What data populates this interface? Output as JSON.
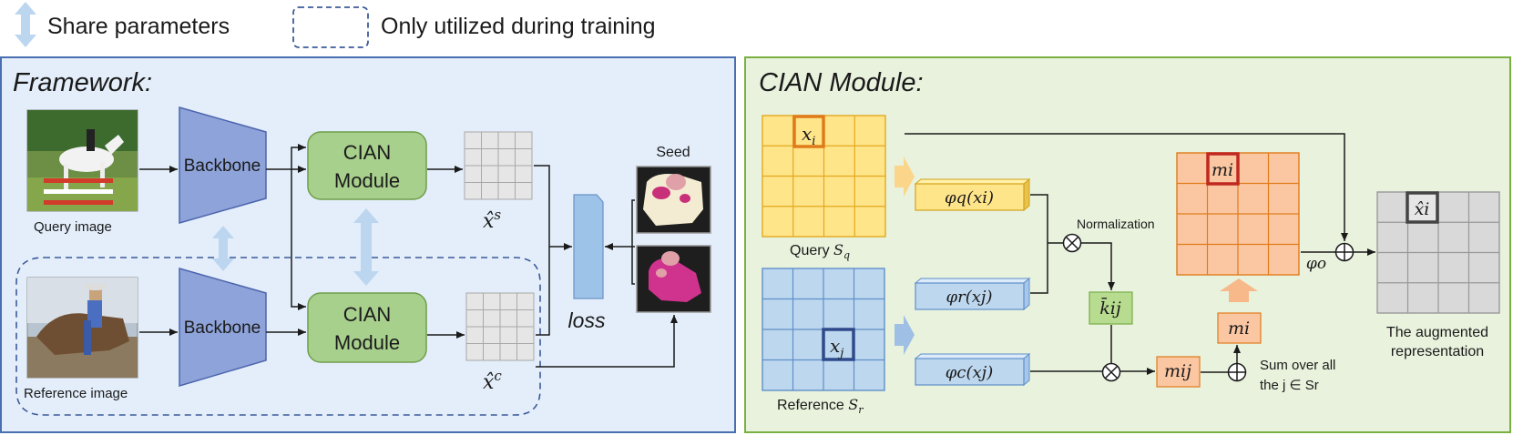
{
  "legend": {
    "share": "Share parameters",
    "training": "Only utilized during training"
  },
  "framework": {
    "title": "Framework:",
    "query_image_label": "Query image",
    "reference_image_label": "Reference image",
    "backbone_label": "Backbone",
    "cian_line1": "CIAN",
    "cian_line2": "Module",
    "xs_label": "x̂",
    "xs_sup": "s",
    "xc_label": "x̂",
    "xc_sup": "c",
    "loss_label": "loss",
    "seed_label": "Seed"
  },
  "cian": {
    "title": "CIAN Module:",
    "xi": "x",
    "xi_sub": "i",
    "xj": "x",
    "xj_sub": "j",
    "query_label": "Query ",
    "query_sym": "S",
    "query_sub": "q",
    "reference_label": "Reference ",
    "reference_sym": "S",
    "reference_sub": "r",
    "phi_q": "φq(xi)",
    "phi_r": "φr(xj)",
    "phi_c": "φc(xj)",
    "normalization": "Normalization",
    "k_ij": "k̄ij",
    "m_i": "mi",
    "m_ij": "mij",
    "phi_o": "φo",
    "hat_xi": "x̂i",
    "sum_line1": "Sum over all",
    "sum_line2": "the j ∈ Sr",
    "aug_line1": "The augmented",
    "aug_line2": "representation"
  },
  "colors": {
    "framework_bg": "#e3eefa",
    "framework_border": "#4a6fb0",
    "cian_bg": "#e9f2dd",
    "cian_border": "#79b041",
    "backbone": "#8ea3d9",
    "module": "#a8d08d",
    "query_grid": "#ffe58a",
    "reference_grid": "#bdd7ee",
    "m_grid": "#fbc7a3",
    "out_grid": "#d9d9d9",
    "xi_box": "#e07b1a",
    "xj_box": "#2f4a8a",
    "mi_box": "#c0281f"
  },
  "icons": {
    "share": "double-arrow-icon",
    "training": "dashed-box-icon",
    "sum": "circle-plus-icon",
    "product": "circle-times-icon"
  }
}
